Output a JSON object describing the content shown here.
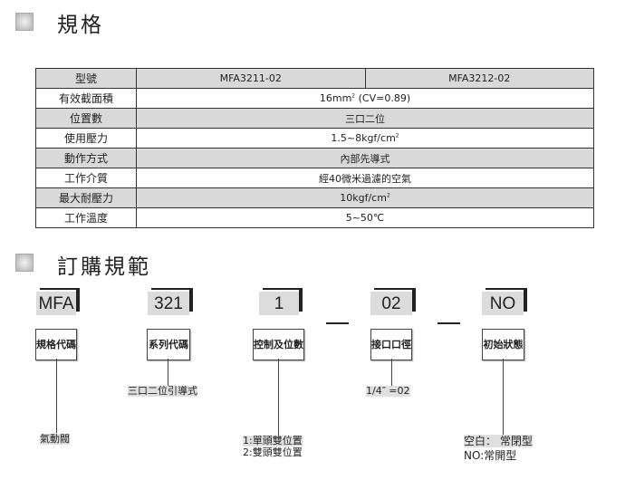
{
  "spec": {
    "title": "規格",
    "header": [
      "型號",
      "MFA3211-02",
      "MFA3212-02"
    ],
    "rows": [
      {
        "label": "有效截面積",
        "value": "16mm",
        "sup": "2",
        "value_suffix": " (CV=0.89)"
      },
      {
        "label": "位置數",
        "value": "三口二位"
      },
      {
        "label": "使用壓力",
        "value": "1.5~8kgf/cm",
        "sup": "2"
      },
      {
        "label": "動作方式",
        "value": "內部先導式"
      },
      {
        "label": "工作介質",
        "value": "經40微米過濾的空氣"
      },
      {
        "label": "最大耐壓力",
        "value": "10kgf/cm",
        "sup": "2"
      },
      {
        "label": "工作溫度",
        "value": "5~50℃"
      }
    ]
  },
  "order": {
    "title": "訂購規範",
    "codes": [
      "MFA",
      "321",
      "1",
      "02",
      "NO"
    ],
    "labels": [
      "規格代碼",
      "系列代碼",
      "控制及位數",
      "接口口徑",
      "初始狀態"
    ],
    "notes": {
      "spec_code": "氣動閥",
      "series": "三口二位引導式",
      "control": [
        "1:單頭雙位置",
        "2:雙頭雙位置"
      ],
      "port": "1/4″ =02",
      "initial": [
        "空白： 常閉型",
        "NO:常開型"
      ]
    }
  }
}
